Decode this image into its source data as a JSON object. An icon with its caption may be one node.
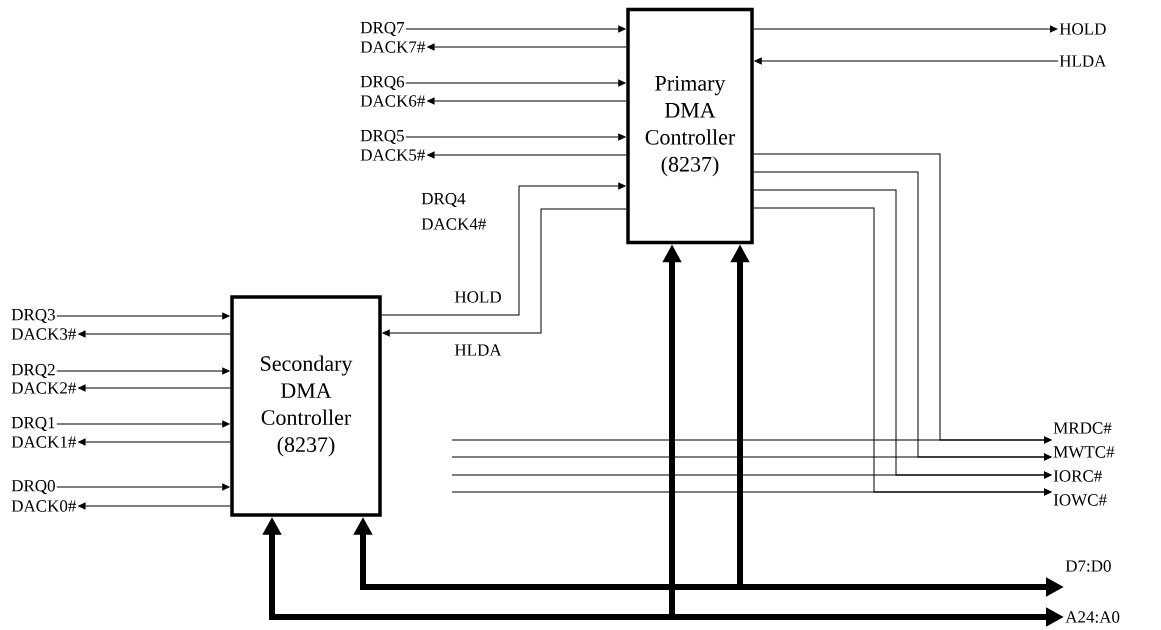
{
  "diagram": {
    "nodes": [
      {
        "text": [
          "Primary DMA Controller (8237)"
        ]
      },
      {
        "text": [
          "DRQ7"
        ]
      },
      {
        "text": [
          "DACK7#"
        ]
      },
      {
        "text": [
          "DRQ6"
        ]
      },
      {
        "text": [
          "DACK6#"
        ]
      },
      {
        "text": [
          "DRQ5"
        ]
      },
      {
        "text": [
          "DACK5#"
        ]
      },
      {
        "text": [
          "HOLD"
        ]
      },
      {
        "text": [
          "HLDA"
        ]
      },
      {
        "text": [
          "Secondary DMA Controller (8237)"
        ]
      },
      {
        "text": [
          "DRQ3"
        ]
      },
      {
        "text": [
          "DACK3#"
        ]
      },
      {
        "text": [
          "DRQ2"
        ]
      },
      {
        "text": [
          "DACK2#"
        ]
      },
      {
        "text": [
          "DRQ1"
        ]
      },
      {
        "text": [
          "DACK1#"
        ]
      },
      {
        "text": [
          "DRQ0"
        ]
      },
      {
        "text": [
          "DACK0#"
        ]
      },
      {
        "text": [
          "MRDC#"
        ]
      },
      {
        "text": [
          "MWTC#"
        ]
      },
      {
        "text": [
          "IORC#"
        ]
      },
      {
        "text": [
          "IOWC#"
        ]
      },
      {
        "text": [
          "D7:D0"
        ]
      },
      {
        "text": [
          "A24:A0"
        ]
      }
    ],
    "edges": [
      {
        "from": 1,
        "to": 0,
        "arrow": "to"
      },
      {
        "from": 0,
        "to": 2,
        "arrow": "to"
      },
      {
        "from": 3,
        "to": 0,
        "arrow": "to"
      },
      {
        "from": 0,
        "to": 4,
        "arrow": "to"
      },
      {
        "from": 5,
        "to": 0,
        "arrow": "to"
      },
      {
        "from": 0,
        "to": 6,
        "arrow": "to"
      },
      {
        "from": 9,
        "to": 0,
        "arrow": "to",
        "label": "HOLD"
      },
      {
        "from": 0,
        "to": 9,
        "arrow": "to",
        "label": "HLDA"
      },
      {
        "from": 0,
        "to": 7,
        "arrow": "to"
      },
      {
        "from": 8,
        "to": 0,
        "arrow": "to"
      },
      {
        "from": 10,
        "to": 9,
        "arrow": "to"
      },
      {
        "from": 9,
        "to": 11,
        "arrow": "to"
      },
      {
        "from": 12,
        "to": 9,
        "arrow": "to"
      },
      {
        "from": 9,
        "to": 13,
        "arrow": "to"
      },
      {
        "from": 14,
        "to": 9,
        "arrow": "to"
      },
      {
        "from": 9,
        "to": 15,
        "arrow": "to"
      },
      {
        "from": 16,
        "to": 9,
        "arrow": "to"
      },
      {
        "from": 9,
        "to": 17,
        "arrow": "to"
      },
      {
        "from": 0,
        "to": 18,
        "arrow": "to"
      },
      {
        "from": 0,
        "to": 19,
        "arrow": "to"
      },
      {
        "from": 0,
        "to": 20,
        "arrow": "to"
      },
      {
        "from": 0,
        "to": 21,
        "arrow": "to"
      },
      {
        "from": null,
        "to": 18,
        "arrow": "to"
      },
      {
        "from": null,
        "to": 19,
        "arrow": "to"
      },
      {
        "from": null,
        "to": 20,
        "arrow": "to"
      },
      {
        "from": null,
        "to": 21,
        "arrow": "to"
      },
      {
        "from": 9,
        "to": 22,
        "arrow": "both",
        "style": "thick"
      },
      {
        "from": 0,
        "to": 22,
        "arrow": "both",
        "style": "thick"
      },
      {
        "from": 9,
        "to": 23,
        "arrow": "both",
        "style": "thick"
      },
      {
        "from": 0,
        "to": 23,
        "arrow": "both",
        "style": "thick"
      }
    ],
    "labels": [
      "DRQ4",
      "DACK4#"
    ]
  }
}
